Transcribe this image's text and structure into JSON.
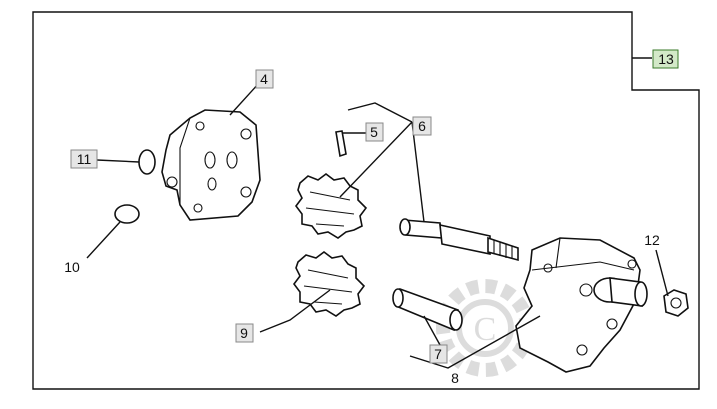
{
  "callouts": {
    "c4": {
      "label": "4",
      "boxed": true
    },
    "c5": {
      "label": "5",
      "boxed": true
    },
    "c6": {
      "label": "6",
      "boxed": true
    },
    "c7": {
      "label": "7",
      "boxed": true
    },
    "c8": {
      "label": "8",
      "boxed": false
    },
    "c9": {
      "label": "9",
      "boxed": true
    },
    "c10": {
      "label": "10",
      "boxed": false
    },
    "c11": {
      "label": "11",
      "boxed": true
    },
    "c12": {
      "label": "12",
      "boxed": false
    },
    "c13": {
      "label": "13",
      "boxed": true
    }
  },
  "colors": {
    "label_box": "#e6e6e6",
    "highlight_box": "#d3e9c8",
    "highlight_border": "#3a7a2a",
    "watermark": "#d9d9d9"
  },
  "watermark": {
    "glyph": "C"
  }
}
